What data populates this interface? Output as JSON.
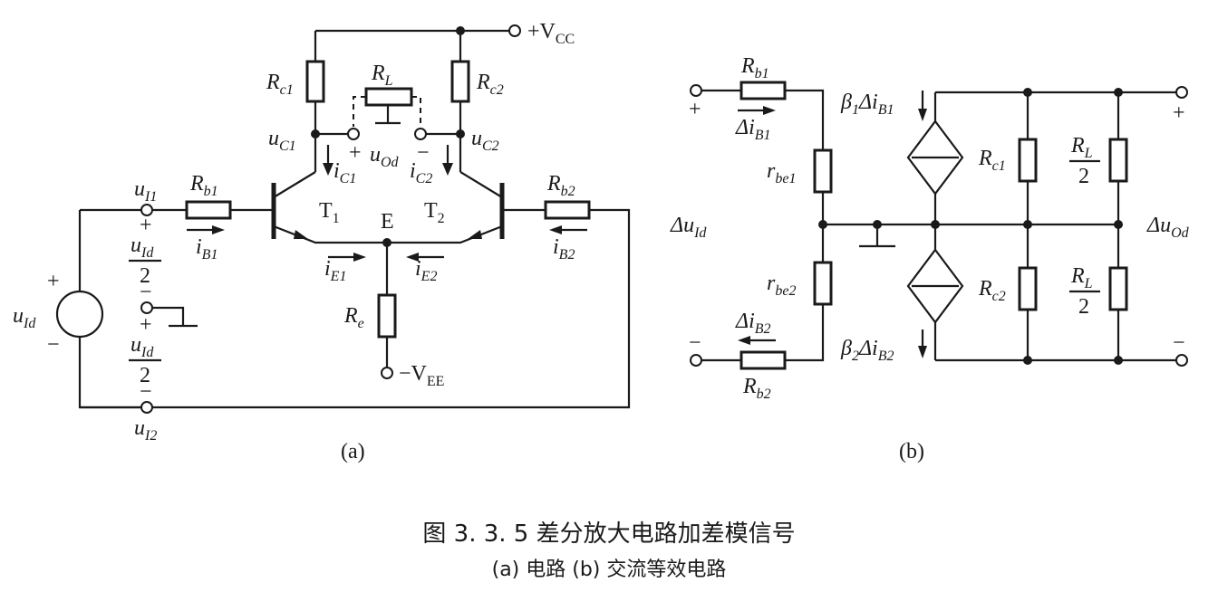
{
  "figure_a": {
    "vcc": "+V",
    "vcc_sub": "CC",
    "vee": "−V",
    "vee_sub": "EE",
    "rc1": "R",
    "rc1_sub": "c1",
    "rc2": "R",
    "rc2_sub": "c2",
    "rl": "R",
    "rl_sub": "L",
    "uc1": "u",
    "uc1_sub": "C1",
    "uc2": "u",
    "uc2_sub": "C2",
    "uod": "u",
    "uod_sub": "Od",
    "ic1": "i",
    "ic1_sub": "C1",
    "ic2": "i",
    "ic2_sub": "C2",
    "t1": "T",
    "t1_sub": "1",
    "t2": "T",
    "t2_sub": "2",
    "node_e": "E",
    "ie1": "i",
    "ie1_sub": "E1",
    "ie2": "i",
    "ie2_sub": "E2",
    "re": "R",
    "re_sub": "e",
    "rb1": "R",
    "rb1_sub": "b1",
    "rb2": "R",
    "rb2_sub": "b2",
    "ib1": "i",
    "ib1_sub": "B1",
    "ib2": "i",
    "ib2_sub": "B2",
    "ui1": "u",
    "ui1_sub": "I1",
    "ui2": "u",
    "ui2_sub": "I2",
    "uid": "u",
    "uid_sub": "Id",
    "half_num": "u",
    "half_num_sub": "Id",
    "half_den": "2",
    "plus": "+",
    "minus": "−",
    "label": "(a)"
  },
  "figure_b": {
    "rb1": "R",
    "rb1_sub": "b1",
    "rb2": "R",
    "rb2_sub": "b2",
    "dib1": "Δi",
    "dib1_sub": "B1",
    "dib2": "Δi",
    "dib2_sub": "B2",
    "rbe1": "r",
    "rbe1_sub": "be1",
    "rbe2": "r",
    "rbe2_sub": "be2",
    "beta1": "β",
    "beta1_sub": "1",
    "beta2": "β",
    "beta2_sub": "2",
    "src1_tail": "Δi",
    "src1_tail_sub": "B1",
    "src2_tail": "Δi",
    "src2_tail_sub": "B2",
    "rc1": "R",
    "rc1_sub": "c1",
    "rc2": "R",
    "rc2_sub": "c2",
    "rl_num": "R",
    "rl_num_sub": "L",
    "rl_den": "2",
    "duid": "Δu",
    "duid_sub": "Id",
    "duod": "Δu",
    "duod_sub": "Od",
    "plus": "+",
    "minus": "−",
    "label": "(b)"
  },
  "caption": {
    "title": "图 3. 3. 5    差分放大电路加差模信号",
    "subtitle": "(a) 电路   (b) 交流等效电路"
  }
}
